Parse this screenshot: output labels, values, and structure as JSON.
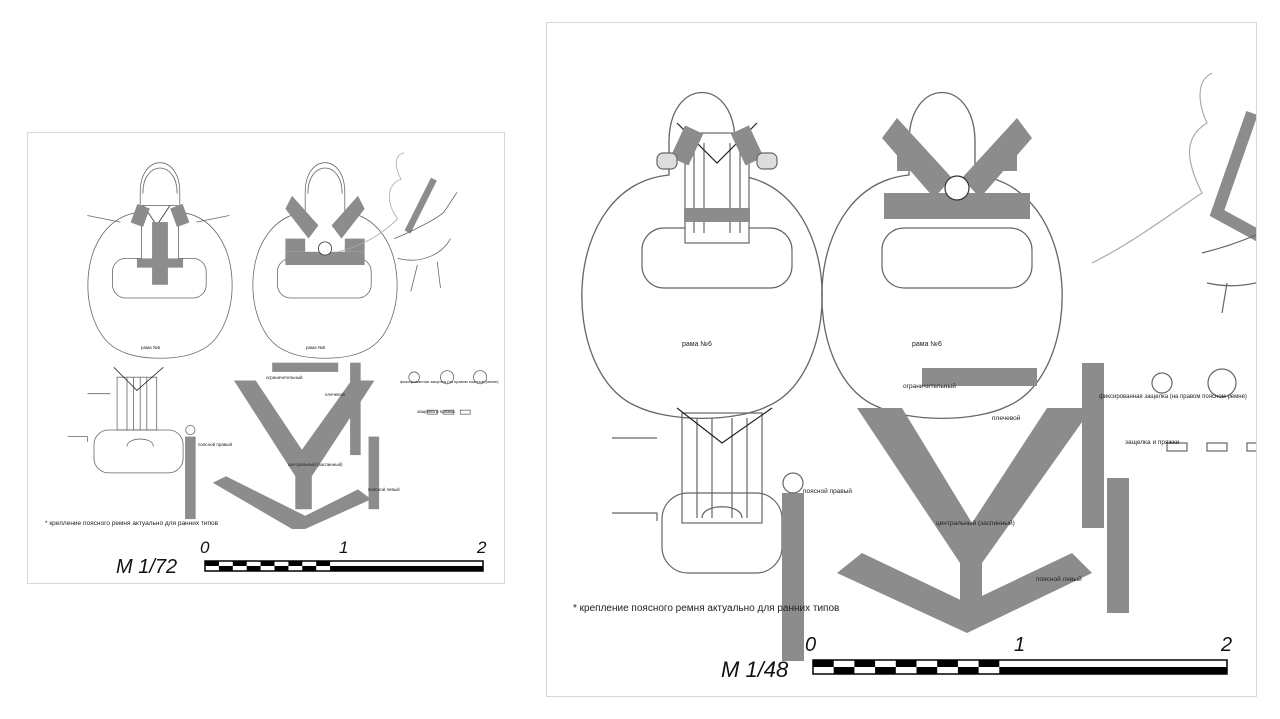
{
  "sheets": [
    {
      "scale": "М 1/72",
      "frame_label_1": "рама №6",
      "frame_label_2": "рама №6",
      "strap_limiter": "ограничительный",
      "strap_shoulder": "плечевой",
      "strap_center": "центральный (заспинный)",
      "strap_lap_right": "поясной правый",
      "strap_lap_left": "поясной левый",
      "latch_fixed": "фиксированная защелка (на правом поясном ремне)",
      "latch_buckles": "защелка и пряжки",
      "note": "* крепление поясного ремня актуально для ранних типов",
      "ticks": [
        "0",
        "1",
        "2"
      ]
    },
    {
      "scale": "М 1/48",
      "frame_label_1": "рама №6",
      "frame_label_2": "рама №6",
      "strap_limiter": "ограничительный",
      "strap_shoulder": "плечевой",
      "strap_center": "центральный (заспинный)",
      "strap_lap_right": "поясной правый",
      "strap_lap_left": "поясной левый",
      "latch_fixed": "фиксированная защелка (на правом поясном ремне)",
      "latch_buckles": "защелка и пряжки",
      "note": "* крепление поясного ремня актуально для ранних типов",
      "ticks": [
        "0",
        "1",
        "2"
      ]
    }
  ],
  "colors": {
    "strap": "#8c8c8c",
    "line": "#555555",
    "frame": "#777777"
  }
}
